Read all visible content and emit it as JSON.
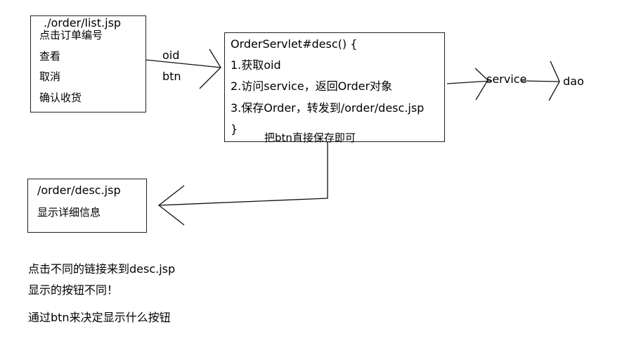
{
  "list_box": {
    "title": "./order/list.jsp",
    "lines": [
      "点击订单编号",
      "查看",
      "取消",
      "确认收货"
    ]
  },
  "arrow_labels": {
    "oid": "oid",
    "btn": "btn",
    "service": "service",
    "dao": "dao"
  },
  "servlet_box": {
    "lines": [
      "OrderServlet#desc() {",
      "1.获取oid",
      "2.访问service，返回Order对象",
      "3.保存Order，转发到/order/desc.jsp",
      "}"
    ],
    "note": "把btn直接保存即可"
  },
  "desc_box": {
    "lines": [
      "/order/desc.jsp",
      "显示详细信息"
    ]
  },
  "notes": [
    "点击不同的链接来到desc.jsp",
    "显示的按钮不同！",
    "通过btn来决定显示什么按钮"
  ]
}
